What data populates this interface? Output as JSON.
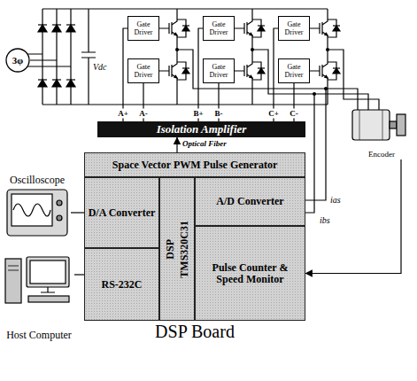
{
  "diagram": {
    "nodes": [
      {
        "text": [
          "Gate Driver"
        ]
      },
      {
        "text": [
          "Gate Driver"
        ]
      },
      {
        "text": [
          "Gate Driver"
        ]
      },
      {
        "text": [
          "Gate Driver"
        ]
      },
      {
        "text": [
          "Gate Driver"
        ]
      },
      {
        "text": [
          "Gate Driver"
        ]
      },
      {
        "text": [
          "Encoder"
        ]
      },
      {
        "text": [
          "Isolation Amplifier"
        ]
      },
      {
        "text": [
          "Oscilloscope"
        ]
      },
      {
        "text": [
          "DSP Board"
        ]
      },
      {
        "text": [
          "Space Vector PWM Pulse Generator"
        ],
        "in": 9
      },
      {
        "text": [
          "D/A Converter"
        ],
        "in": 9
      },
      {
        "text": [
          "DSP",
          "TMS320C31"
        ],
        "in": 9
      },
      {
        "text": [
          "A/D Converter"
        ],
        "in": 9
      },
      {
        "text": [
          "RS-232C"
        ],
        "in": 9
      },
      {
        "text": [
          "Pulse Counter & Speed Monitor"
        ],
        "in": 9
      },
      {
        "text": [
          "3φ"
        ]
      },
      {
        "text": [
          "Host Computer"
        ]
      }
    ],
    "edges": [
      {
        "from": 7,
        "to": 0,
        "arrow": "none",
        "label": "A+"
      },
      {
        "from": 7,
        "to": 3,
        "arrow": "none",
        "label": "A-"
      },
      {
        "from": 7,
        "to": 1,
        "arrow": "none",
        "label": "B+"
      },
      {
        "from": 7,
        "to": 4,
        "arrow": "none",
        "label": "B-"
      },
      {
        "from": 7,
        "to": 2,
        "arrow": "none",
        "label": "C+"
      },
      {
        "from": 7,
        "to": 5,
        "arrow": "none",
        "label": "C-"
      },
      {
        "from": 10,
        "to": 7,
        "arrow": "to",
        "label": "Optical Fiber"
      },
      {
        "from": 11,
        "to": 8,
        "arrow": "none"
      },
      {
        "from": 17,
        "to": 14,
        "arrow": "none"
      },
      {
        "from": 6,
        "to": 15,
        "arrow": "to"
      }
    ],
    "labels": [
      "Vdc",
      "ias",
      "ibs"
    ]
  }
}
